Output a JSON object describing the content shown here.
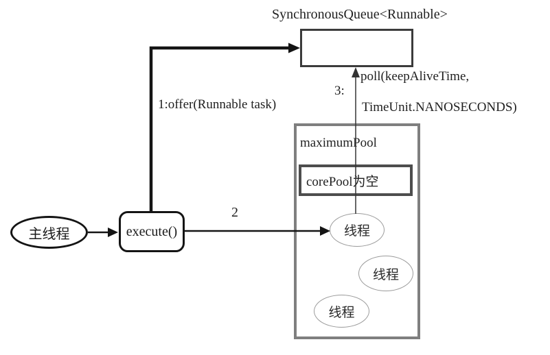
{
  "diagram": {
    "queue_title": "SynchronousQueue<Runnable>",
    "queue_box": "",
    "step1_label": "1:offer(Runnable task)",
    "step2_label": "2",
    "step3_label": "3:",
    "poll_line1": "poll(keepAliveTime,",
    "poll_line2": "TimeUnit.NANOSECONDS)",
    "maximum_pool_label": "maximumPool",
    "core_pool_label": "corePool为空",
    "main_thread_label": "主线程",
    "execute_label": "execute()",
    "threads": [
      "线程",
      "线程",
      "线程"
    ],
    "colors": {
      "background": "#ffffff",
      "bold_line": "#141414",
      "thin_line": "#333333",
      "queue_border": "#3b3b3b",
      "pool_border": "#7f7f7f",
      "core_border": "#4d4d4d",
      "thread_ellipse_border": "#9a9a9a",
      "text": "#1f1f1f"
    }
  }
}
